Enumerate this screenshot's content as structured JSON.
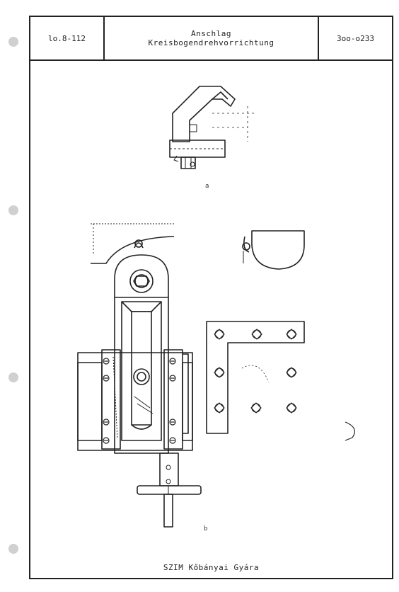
{
  "header": {
    "left_code": "lo.8-112",
    "title_line1": "Anschlag",
    "title_line2": "Kreisbogendrehvorrichtung",
    "right_code": "3oo-o233"
  },
  "figures": {
    "label_a": "a",
    "label_b": "b"
  },
  "footer": {
    "text": "SZIM Kőbányai Gyára"
  }
}
